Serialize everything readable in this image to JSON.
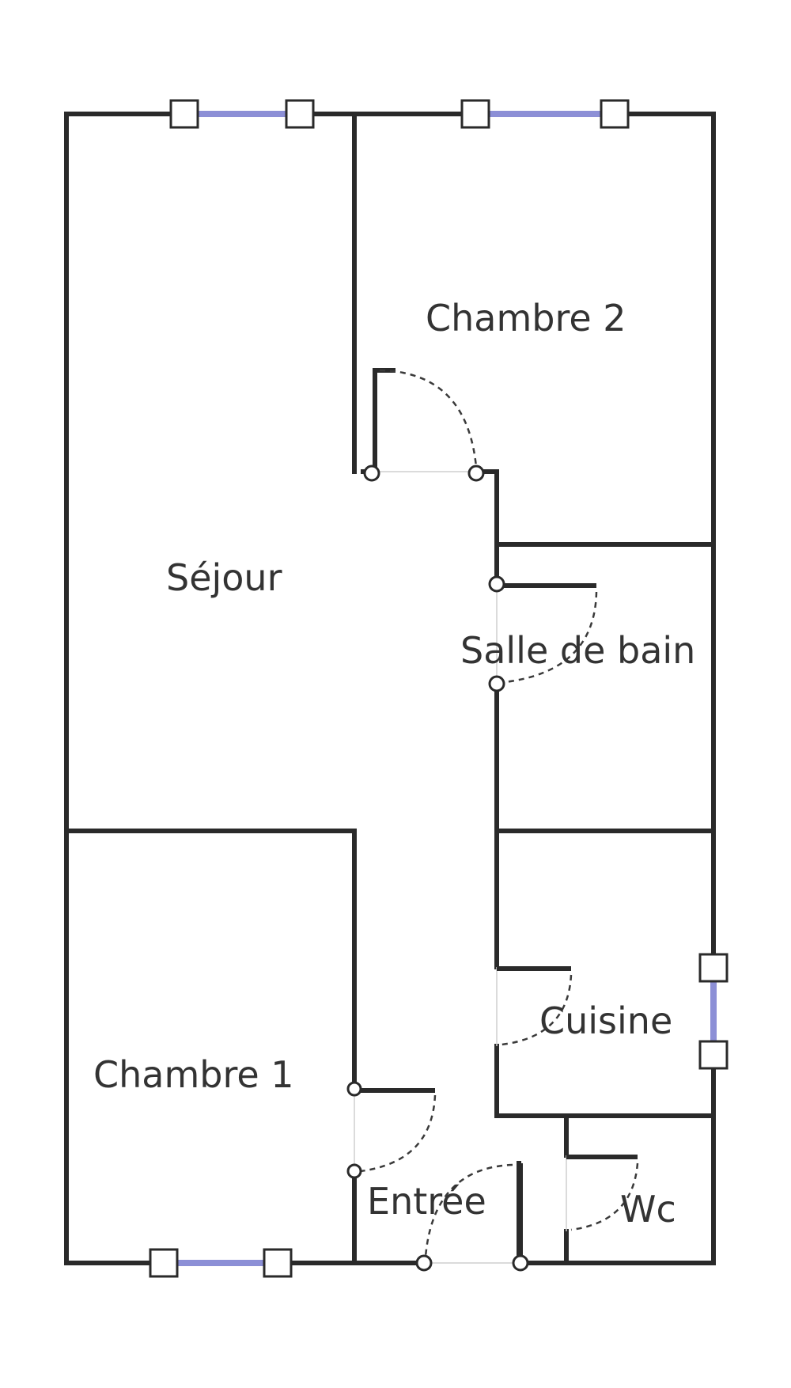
{
  "rooms": {
    "sejour": "Séjour",
    "chambre1": "Chambre 1",
    "chambre2": "Chambre 2",
    "salle_de_bain": "Salle de bain",
    "cuisine": "Cuisine",
    "entree": "Entrée",
    "wc": "Wc"
  },
  "colors": {
    "wall": "#2a2a2a",
    "window_glass": "#8c8fd6",
    "label": "#333333",
    "background": "#ffffff"
  }
}
